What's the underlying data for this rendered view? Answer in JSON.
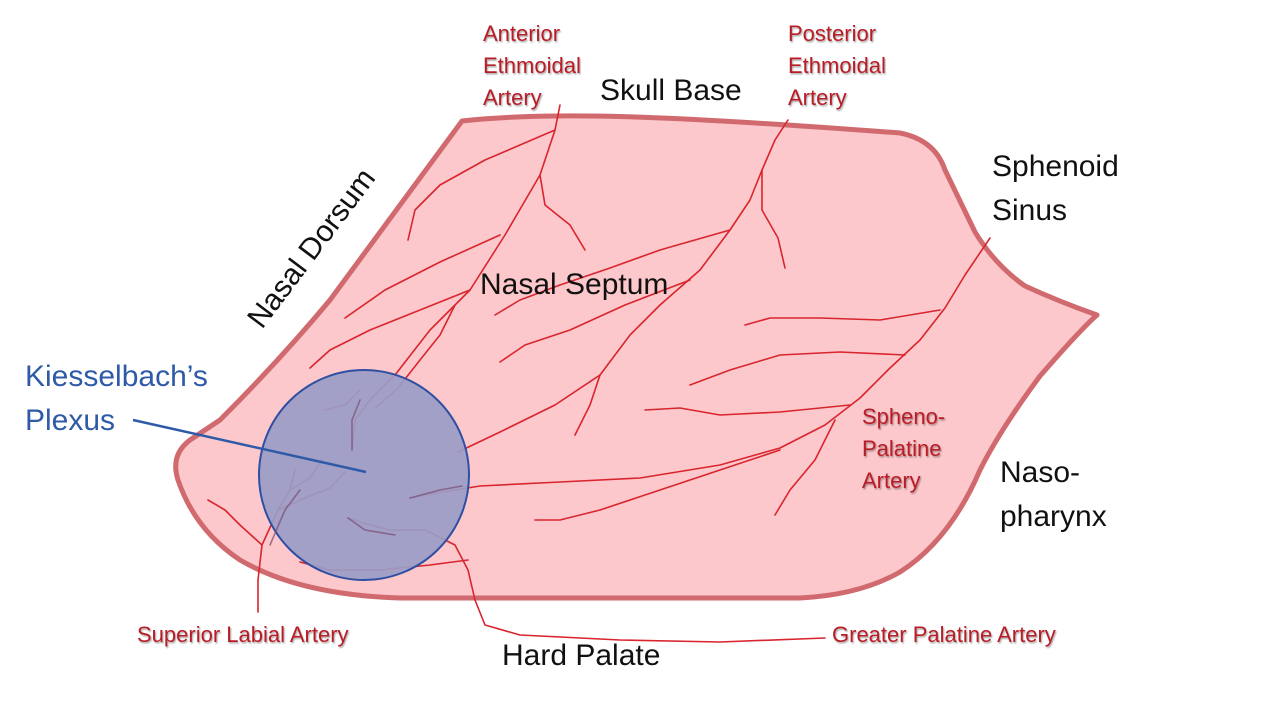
{
  "colors": {
    "septum_fill": "#fcc8cb",
    "septum_stroke": "#d06a6f",
    "vessel": "#d9252e",
    "artery_label": "#b81c25",
    "plexus_fill": "#9a9cc6",
    "plexus_stroke": "#2f4fa3",
    "plexus_label": "#2e5aa8",
    "region_label": "#111111"
  },
  "regions": {
    "skull_base": "Skull Base",
    "nasal_dorsum": "Nasal Dorsum",
    "nasal_septum": "Nasal Septum",
    "sphenoid_sinus": [
      "Sphenoid",
      "Sinus"
    ],
    "nasopharynx": [
      "Naso-",
      "pharynx"
    ],
    "hard_palate": "Hard Palate"
  },
  "arteries": {
    "anterior_ethmoidal": [
      "Anterior",
      "Ethmoidal",
      "Artery"
    ],
    "posterior_ethmoidal": [
      "Posterior",
      "Ethmoidal",
      "Artery"
    ],
    "sphenopalatine": [
      "Spheno-",
      "Palatine",
      "Artery"
    ],
    "superior_labial": "Superior Labial Artery",
    "greater_palatine": "Greater Palatine Artery"
  },
  "plexus": {
    "label": [
      "Kiesselbach’s",
      "Plexus"
    ]
  }
}
